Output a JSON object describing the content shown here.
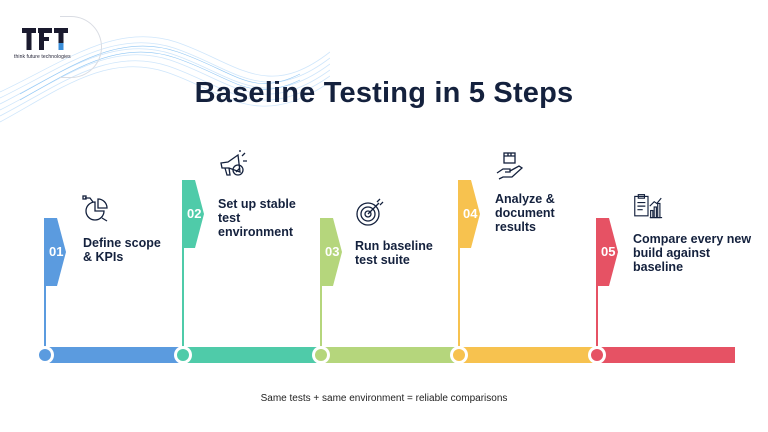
{
  "logo": {
    "mark": "TFT",
    "text": "think future technologies"
  },
  "title": "Baseline Testing in 5 Steps",
  "colors": {
    "step1": "#5b9bdf",
    "step2": "#4fcba9",
    "step3": "#b5d67c",
    "step4": "#f7c24f",
    "step5": "#e65264",
    "title": "#14213d"
  },
  "steps": [
    {
      "number": "01",
      "label": "Define scope\n& KPIs",
      "icon": "pie-chart-icon"
    },
    {
      "number": "02",
      "label": "Set up stable\ntest\nenvironment",
      "icon": "megaphone-icon"
    },
    {
      "number": "03",
      "label": "Run baseline\ntest suite",
      "icon": "target-icon"
    },
    {
      "number": "04",
      "label": "Analyze &\ndocument\nresults",
      "icon": "hand-box-icon"
    },
    {
      "number": "05",
      "label": "Compare every new\nbuild against\nbaseline",
      "icon": "clipboard-chart-icon"
    }
  ],
  "footer": "Same tests + same environment = reliable comparisons"
}
